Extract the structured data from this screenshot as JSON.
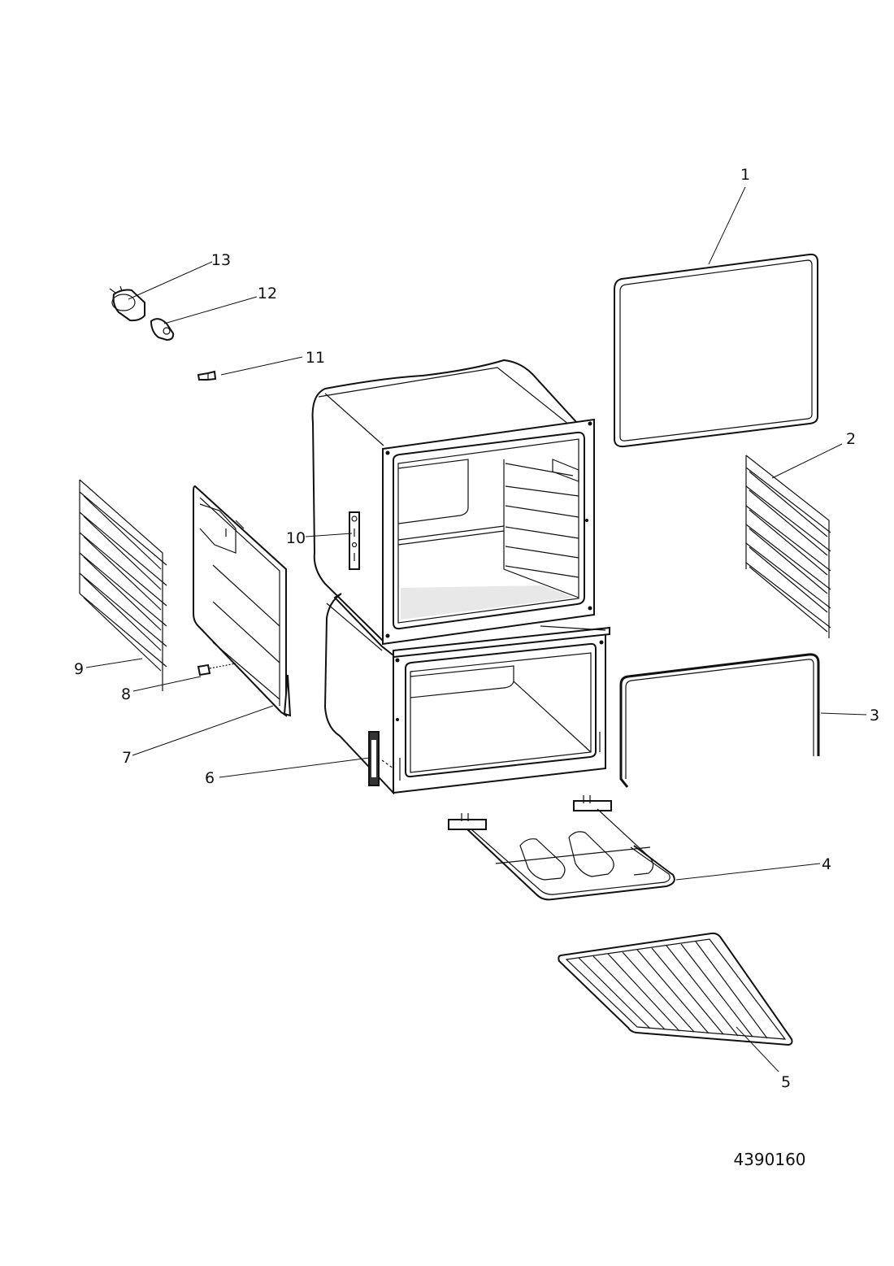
{
  "callouts": [
    "1",
    "2",
    "3",
    "4",
    "5",
    "6",
    "7",
    "8",
    "9",
    "10",
    "11",
    "12",
    "13"
  ],
  "reference_number": "4390160"
}
